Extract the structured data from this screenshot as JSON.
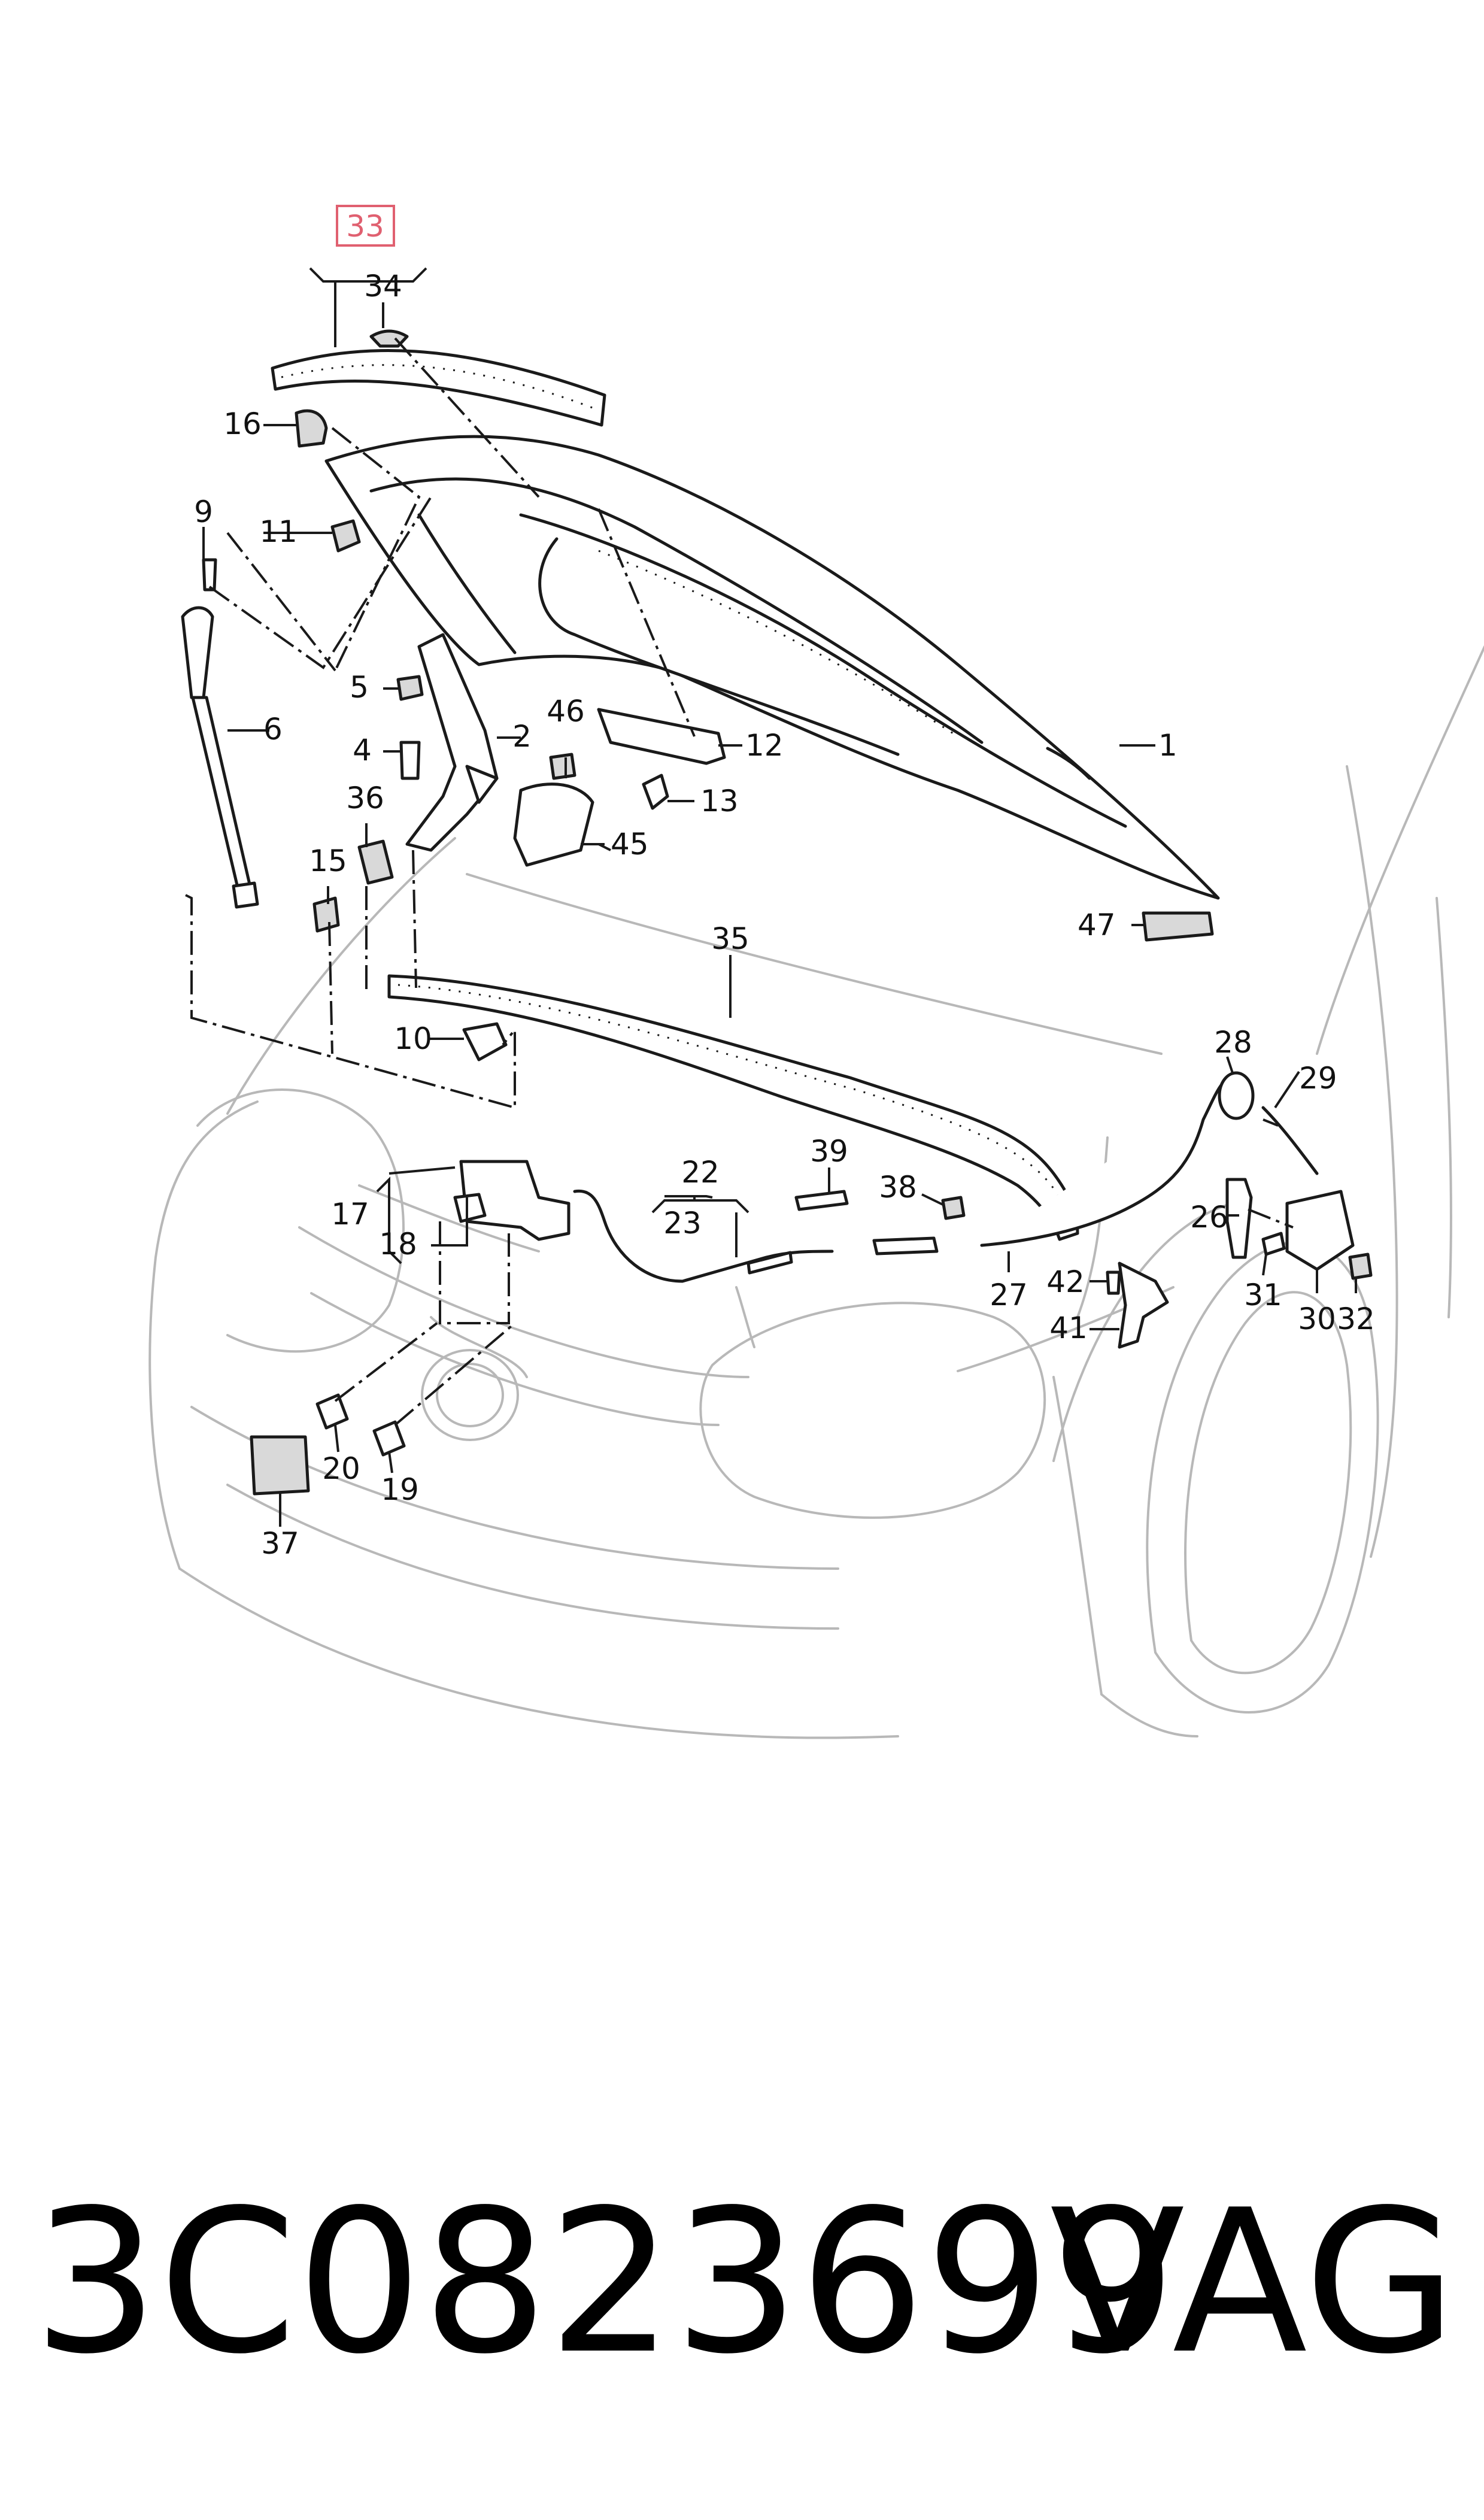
{
  "labels": {
    "l1": "1",
    "l2": "2",
    "l4": "4",
    "l5": "5",
    "l6": "6",
    "l9": "9",
    "l10": "10",
    "l11": "11",
    "l12": "12",
    "l13": "13",
    "l15": "15",
    "l16": "16",
    "l17": "17",
    "l18": "18",
    "l19": "19",
    "l20": "20",
    "l22": "22",
    "l23": "23",
    "l26": "26",
    "l27": "27",
    "l28": "28",
    "l29": "29",
    "l30": "30",
    "l31": "31",
    "l32": "32",
    "l33": "33",
    "l34": "34",
    "l35": "35",
    "l36": "36",
    "l37": "37",
    "l38": "38",
    "l39": "39",
    "l41": "41",
    "l42": "42",
    "l45": "45",
    "l46": "46",
    "l47": "47"
  },
  "highlight_label": "33",
  "highlight_color": "#e06070",
  "part_number": "3C0823699",
  "brand": "VAG"
}
